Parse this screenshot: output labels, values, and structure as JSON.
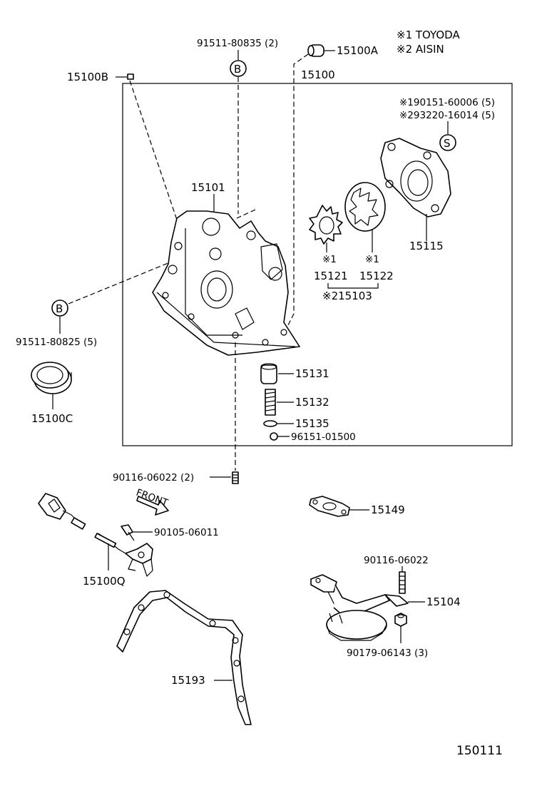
{
  "legend": {
    "line1": "※1 TOYODA",
    "line2": "※2 AISIN"
  },
  "labels": {
    "p15100A": "15100A",
    "p15100": "15100",
    "p15100B": "15100B",
    "p91511_80835": "91511-80835 (2)",
    "pB_top": "B",
    "p190151": "※190151-60006 (5)",
    "p293220": "※293220-16014 (5)",
    "pS": "S",
    "p15101": "15101",
    "p15115": "15115",
    "mark1a": "※1",
    "mark1b": "※1",
    "p15121": "15121",
    "p15122": "15122",
    "p215103": "※215103",
    "pB_left": "B",
    "p91511_80825": "91511-80825 (5)",
    "p15100C": "15100C",
    "p15131": "15131",
    "p15132": "15132",
    "p15135": "15135",
    "p96151": "96151-01500",
    "p90116_2": "90116-06022 (2)",
    "front": "FRONT",
    "p15149": "15149",
    "p90105": "90105-06011",
    "p15100Q": "15100Q",
    "p90116": "90116-06022",
    "p15104": "15104",
    "p90179": "90179-06143 (3)",
    "p15193": "15193",
    "figno": "150111"
  }
}
